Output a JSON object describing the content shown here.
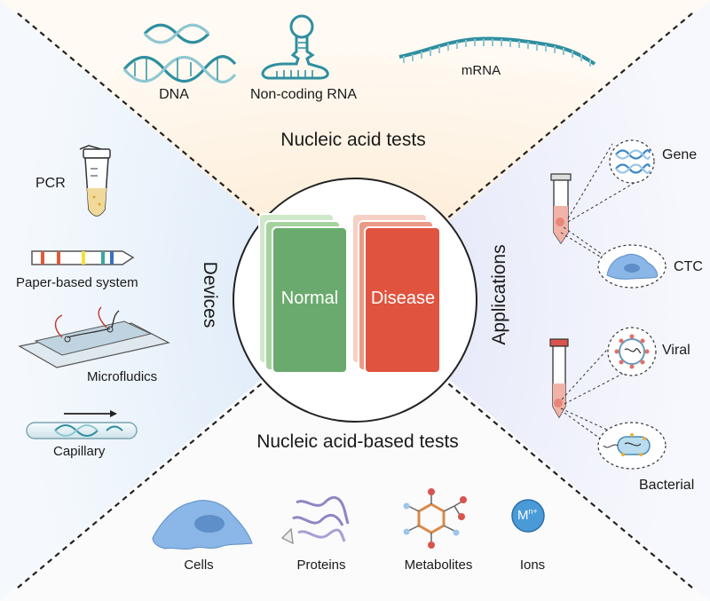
{
  "top": {
    "title": "Nucleic acid tests",
    "items": [
      "DNA",
      "Non-coding RNA",
      "mRNA"
    ]
  },
  "bottom": {
    "title": "Nucleic acid-based tests",
    "items": [
      "Cells",
      "Proteins",
      "Metabolites",
      "Ions"
    ],
    "ion_symbol": "M",
    "ion_charge": "n+"
  },
  "left": {
    "title": "Devices",
    "items": [
      "PCR",
      "Paper-based system",
      "Microfludics",
      "Capillary"
    ]
  },
  "right": {
    "title": "Applications",
    "items": [
      "Gene",
      "CTC",
      "Viral",
      "Bacterial"
    ]
  },
  "center": {
    "normal_label": "Normal",
    "disease_label": "Disease"
  },
  "colors": {
    "normal": "#6aaa6e",
    "disease": "#e0533e",
    "accent_blue": "#2f8fa0",
    "top_tint": "#fdf3e6",
    "left_tint": "#e8f1fb",
    "right_tint": "#eef0fb",
    "bottom_tint": "#fafafa"
  },
  "icons": [
    "dna-helix-icon",
    "hairpin-rna-icon",
    "mrna-strand-icon",
    "pcr-tube-icon",
    "paper-strip-icon",
    "microfluidic-chip-icon",
    "capillary-icon",
    "sample-tube-icon",
    "gene-icon",
    "ctc-cell-icon",
    "virus-icon",
    "bacterium-icon",
    "cell-icon",
    "protein-icon",
    "metabolite-icon",
    "ion-icon"
  ]
}
